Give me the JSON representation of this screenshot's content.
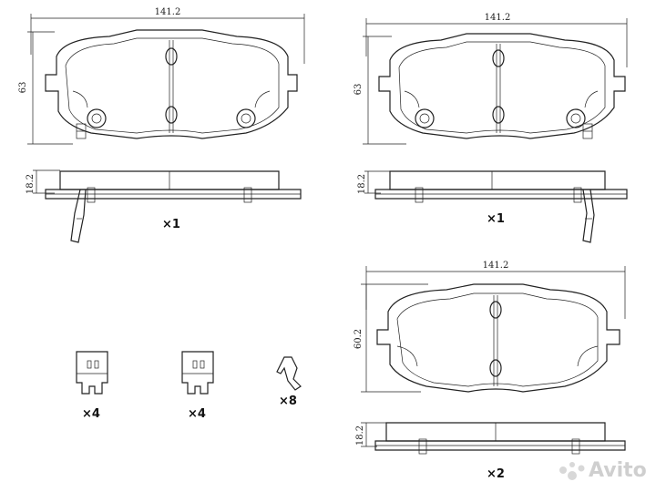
{
  "dimensions": {
    "width_top_left": "141.2",
    "width_top_right": "141.2",
    "width_bottom_right": "141.2",
    "height_top_left": "63",
    "height_top_right": "63",
    "height_bottom_right": "60.2",
    "thickness_left": "18.2",
    "thickness_right": "18.2",
    "thickness_bottom": "18.2"
  },
  "quantities": {
    "pad_left": "×1",
    "pad_right": "×1",
    "clip_a": "×4",
    "clip_b": "×4",
    "spring": "×8",
    "pad_bottom": "×2"
  },
  "watermark": "Avito"
}
